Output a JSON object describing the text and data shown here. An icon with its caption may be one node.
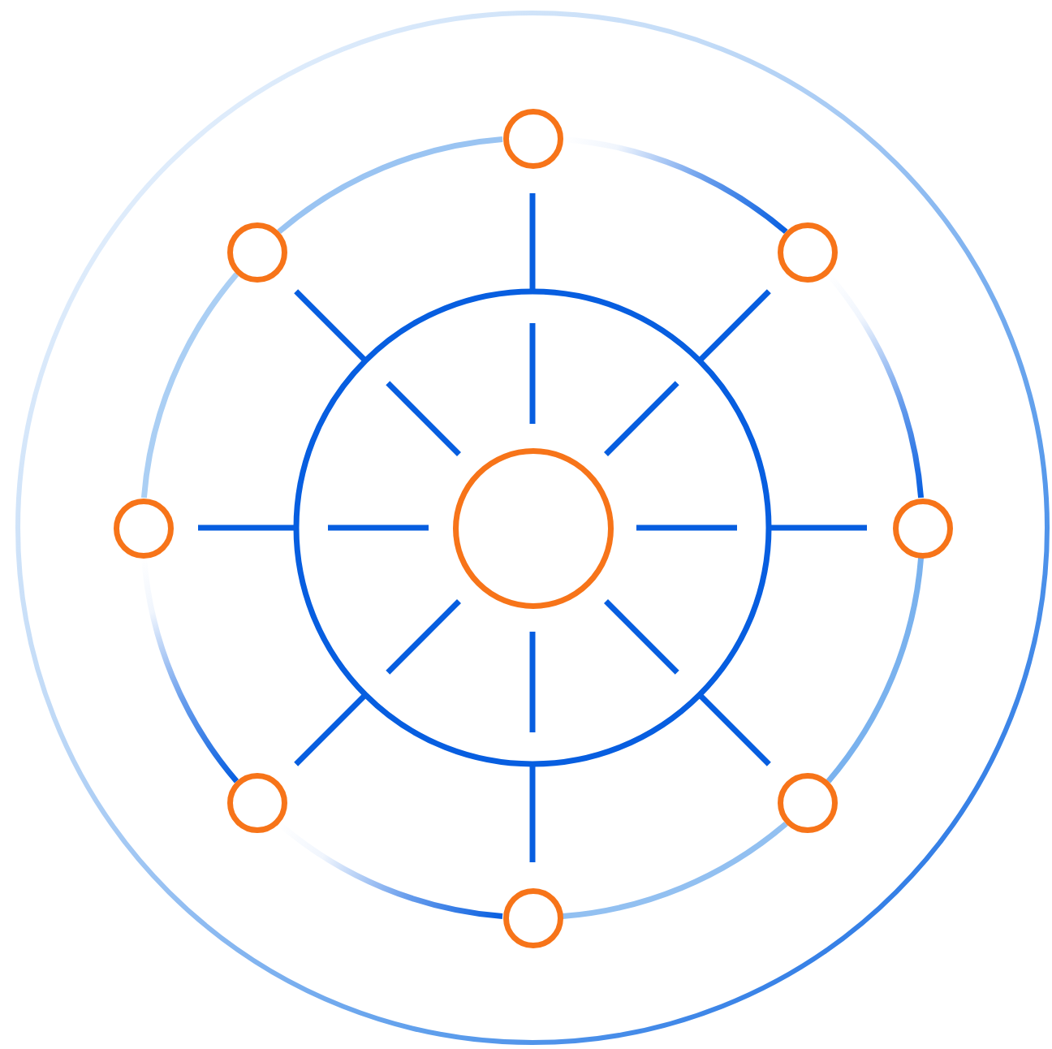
{
  "diagram": {
    "nodes": [
      {
        "text": [],
        "shape": "circle"
      },
      {
        "text": [],
        "shape": "circle"
      },
      {
        "text": [],
        "shape": "circle"
      },
      {
        "text": [],
        "shape": "circle"
      },
      {
        "text": [],
        "shape": "circle"
      },
      {
        "text": [],
        "shape": "circle"
      },
      {
        "text": [],
        "shape": "circle"
      },
      {
        "text": [],
        "shape": "circle"
      },
      {
        "text": [],
        "shape": "circle"
      }
    ],
    "edges": [
      {
        "from": 0,
        "to": 2,
        "arrow": "none"
      },
      {
        "from": 2,
        "to": 5,
        "arrow": "none"
      },
      {
        "from": 5,
        "to": 7,
        "arrow": "none",
        "color": "#7ab2ee"
      },
      {
        "from": 7,
        "to": 8,
        "arrow": "none",
        "color": "#92c0f1"
      },
      {
        "from": 8,
        "to": 6,
        "arrow": "none"
      },
      {
        "from": 6,
        "to": 3,
        "arrow": "none"
      },
      {
        "from": 3,
        "to": 1,
        "arrow": "none",
        "color": "#abcff4"
      },
      {
        "from": 1,
        "to": 0,
        "arrow": "none",
        "color": "#9ac4f2"
      }
    ]
  }
}
